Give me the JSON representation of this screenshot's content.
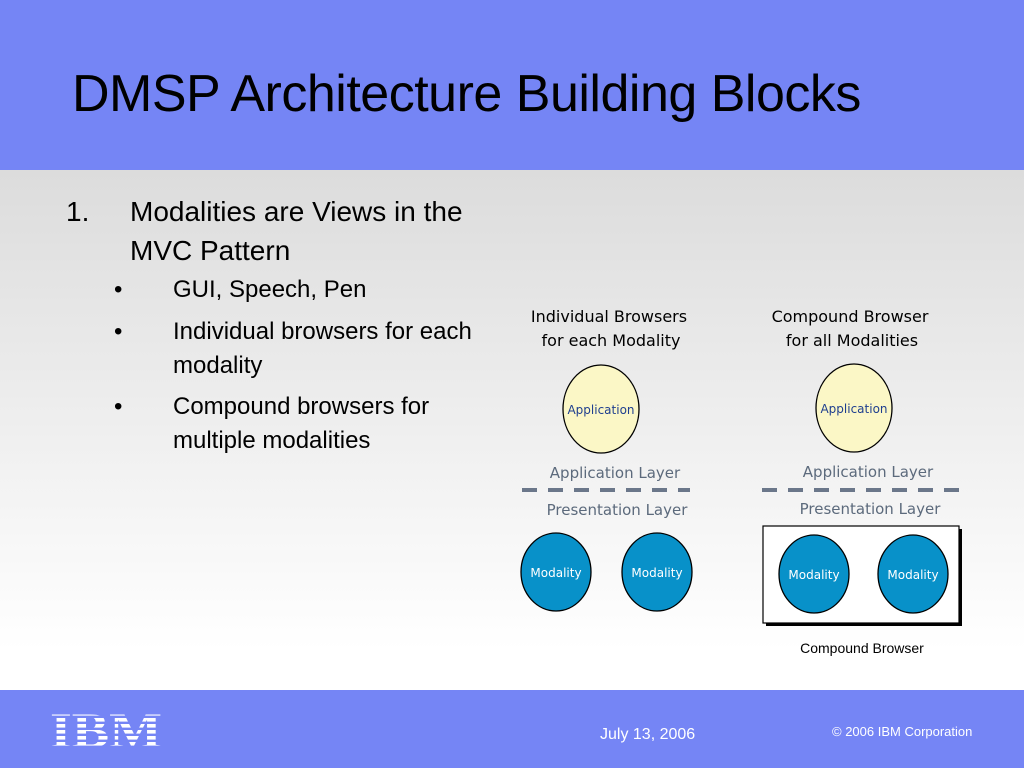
{
  "slide": {
    "title": "DMSP Architecture Building Blocks"
  },
  "content": {
    "numbered_item": {
      "number": "1.",
      "text": "Modalities are Views in the MVC Pattern"
    },
    "bullets": [
      {
        "marker": "•",
        "text": "GUI, Speech, Pen"
      },
      {
        "marker": "•",
        "text": "Individual browsers for each modality"
      },
      {
        "marker": "•",
        "text": "Compound browsers for multiple modalities"
      }
    ]
  },
  "diagram": {
    "left": {
      "heading_line1": "Individual Browsers",
      "heading_line2": "for each Modality",
      "application_label": "Application",
      "application_layer": "Application Layer",
      "presentation_layer": "Presentation Layer",
      "modality_1": "Modality",
      "modality_2": "Modality"
    },
    "right": {
      "heading_line1": "Compound Browser",
      "heading_line2": "for all Modalities",
      "application_label": "Application",
      "application_layer": "Application Layer",
      "presentation_layer": "Presentation Layer",
      "modality_1": "Modality",
      "modality_2": "Modality",
      "caption": "Compound Browser"
    },
    "colors": {
      "application_fill": "#fbf7c6",
      "modality_fill": "#0891c9",
      "layer_text": "#5c6a7c",
      "dash": "#6b778a"
    }
  },
  "footer": {
    "logo_text": "IBM",
    "date": "July 13, 2006",
    "copyright": "© 2006 IBM Corporation"
  },
  "colors": {
    "title_bar": "#7585f5",
    "footer_bar": "#7585f5"
  }
}
